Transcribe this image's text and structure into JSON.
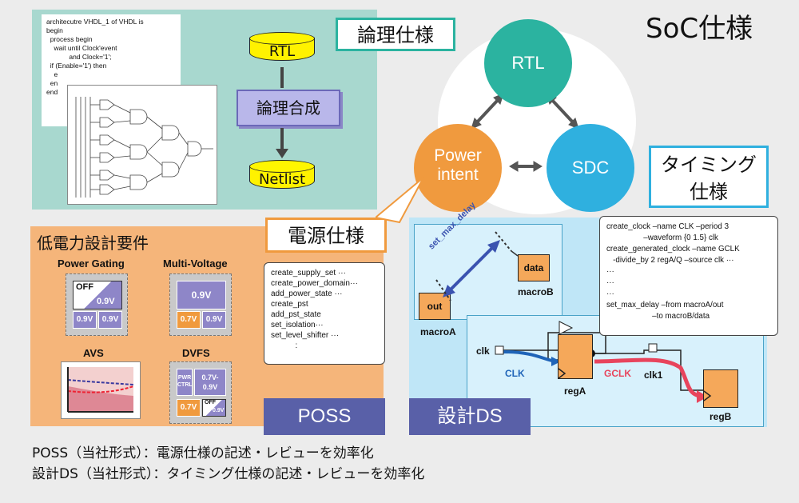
{
  "title": "SoC仕様",
  "logic": {
    "code_lines": [
      "architecutre VHDL_1 of VHDL is",
      "begin",
      "  process begin",
      "    wait until Clock'event",
      "            and Clock='1';",
      "  if (Enable='1') then",
      "    e",
      "  en",
      "end"
    ],
    "rtl_label": "RTL",
    "synthesis_label": "論理合成",
    "netlist_label": "Netlist",
    "callout": "論理仕様"
  },
  "triangle": {
    "rtl": "RTL",
    "power_intent_line1": "Power",
    "power_intent_line2": "intent",
    "sdc": "SDC",
    "timing_callout_line1": "タイミング",
    "timing_callout_line2": "仕様",
    "power_callout": "電源仕様",
    "colors": {
      "rtl": "#2bb3a0",
      "power": "#f09a3e",
      "sdc": "#2fb0df"
    }
  },
  "power_req": {
    "heading": "低電力設計要件",
    "power_gating": {
      "label": "Power Gating",
      "off": "OFF",
      "v_main": "0.9V",
      "v_a": "0.9V",
      "v_b": "0.9V"
    },
    "multi_voltage": {
      "label": "Multi-Voltage",
      "v_main": "0.9V",
      "v_a": "0.7V",
      "v_b": "0.9V"
    },
    "avs": {
      "label": "AVS"
    },
    "dvfs": {
      "label": "DVFS",
      "pwr": "PWR CTRL",
      "v_range": "0.7V- 0.9V",
      "v_a": "0.7V",
      "off": "OFF",
      "v_b": "0.9V"
    }
  },
  "poss": {
    "code_lines": [
      "create_supply_set ···",
      "create_power_domain···",
      "add_power_state ···",
      "create_pst",
      "add_pst_state",
      "set_isolation···",
      "set_level_shifter ···",
      "           :"
    ],
    "label": "POSS"
  },
  "design_ds": {
    "label": "設計DS",
    "sdc_lines": [
      "create_clock –name CLK –period 3",
      "                 –waveform {0 1.5} clk",
      "create_generated_clock –name GCLK",
      "   -divide_by 2 regA/Q –source clk ···",
      "···",
      "···",
      "···",
      "set_max_delay –from macroA/out",
      "                     –to macroB/data"
    ],
    "set_max_delay": "set_max_delay",
    "data": "data",
    "out": "out",
    "macroA": "macroA",
    "macroB": "macroB",
    "clk": "clk",
    "CLK": "CLK",
    "GCLK": "GCLK",
    "clk1": "clk1",
    "regA": "regA",
    "regB": "regB"
  },
  "footer": {
    "line1": "POSS（当社形式）：電源仕様の記述・レビューを効率化",
    "line2": "設計DS（当社形式）：タイミング仕様の記述・レビューを効率化"
  }
}
